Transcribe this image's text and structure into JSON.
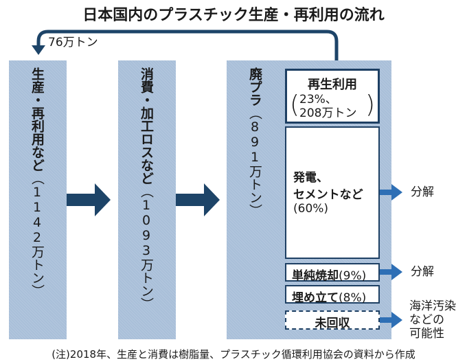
{
  "title": "日本国内のプラスチック生産・再利用の流れ",
  "return_flow": {
    "label": "76万トン"
  },
  "columns": [
    {
      "label": "生産・再利用など",
      "amount": "（1142万トン）"
    },
    {
      "label": "消費・加工ロスなど",
      "amount": "（1093万トン）"
    },
    {
      "label": "廃プラ",
      "amount": "（891万トン）"
    }
  ],
  "breakdown": {
    "recycle": {
      "label": "再生利用",
      "line1": "23%、",
      "line2": "208万トン"
    },
    "power": {
      "line1": "発電、",
      "line2": "セメントなど",
      "pct": "(60%)"
    },
    "incineration": {
      "label": "単純焼却",
      "pct": "(9%)"
    },
    "landfill": {
      "label": "埋め立て",
      "pct": "(8%)"
    },
    "uncollected": {
      "label": "未回収"
    }
  },
  "outcomes": {
    "power": "分解",
    "incineration": "分解",
    "uncollected": [
      "海洋汚染",
      "などの",
      "可能性"
    ]
  },
  "note": "(注)2018年、生産と消費は樹脂量、プラスチック循環利用協会の資料から作成",
  "colors": {
    "arrow": "#1d4468",
    "column": "#a9bfd9",
    "out_arrow": "#2e6fb5"
  }
}
